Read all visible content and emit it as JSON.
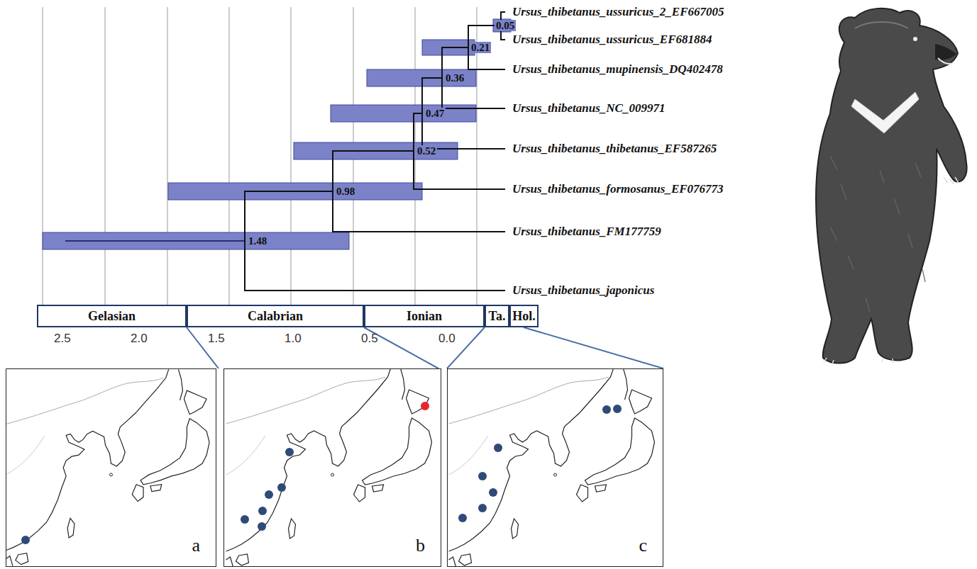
{
  "diagram": {
    "nodes": [
      {
        "text": [
          "Gelasian"
        ]
      },
      {
        "text": [
          "Calabrian"
        ]
      },
      {
        "text": [
          "Ionian"
        ]
      },
      {
        "text": [
          "Ta."
        ]
      },
      {
        "text": [
          "Hol."
        ]
      },
      {
        "text": [
          "a"
        ]
      },
      {
        "text": [
          "b"
        ]
      },
      {
        "text": [
          "c"
        ]
      }
    ],
    "labels": [
      "Ursus_thibetanus_ussuricus_2_EF667005",
      "Ursus_thibetanus_ussuricus_EF681884",
      "Ursus_thibetanus_mupinensis_DQ402478",
      "Ursus_thibetanus_NC_009971",
      "Ursus_thibetanus_thibetanus_EF587265",
      "Ursus_thibetanus_formosanus_EF076773",
      "Ursus_thibetanus_FM177759",
      "Ursus_thibetanus_japonicus",
      "0.05",
      "0.21",
      "0.36",
      "0.47",
      "0.52",
      "0.98",
      "1.48",
      "2.5",
      "2.0",
      "1.5",
      "1.0",
      "0.5",
      "0.0"
    ]
  }
}
